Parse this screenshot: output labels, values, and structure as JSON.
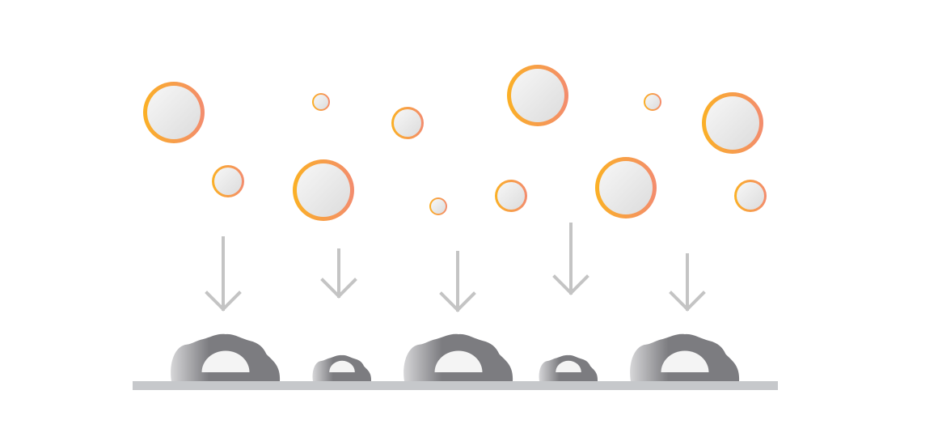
{
  "colors": {
    "background": "#ffffff",
    "particle_fill_light": "#f7f7f7",
    "particle_fill_dark": "#dcdcdc",
    "particle_ring_start": "#fbb025",
    "particle_ring_end": "#f38c6e",
    "arrow": "#c4c4c4",
    "deposit_dark": "#7c7c80",
    "deposit_light": "#d6d6d8",
    "deposit_cavity": "#f4f4f4",
    "substrate": "#c6c8cb"
  },
  "icons": {
    "particle": "particle-sphere-icon",
    "arrow": "down-arrow-icon",
    "deposit": "deposit-mound-icon",
    "substrate": "substrate-bar"
  },
  "diagram": {
    "particles": [
      {
        "size": "large"
      },
      {
        "size": "small"
      },
      {
        "size": "medium"
      },
      {
        "size": "large"
      },
      {
        "size": "small"
      },
      {
        "size": "large"
      },
      {
        "size": "medium"
      },
      {
        "size": "large"
      },
      {
        "size": "small"
      },
      {
        "size": "medium"
      },
      {
        "size": "large"
      },
      {
        "size": "medium"
      }
    ],
    "arrows": [
      1,
      2,
      3,
      4,
      5
    ],
    "deposits": [
      {
        "size": "large"
      },
      {
        "size": "small"
      },
      {
        "size": "large"
      },
      {
        "size": "small"
      },
      {
        "size": "large"
      }
    ]
  }
}
